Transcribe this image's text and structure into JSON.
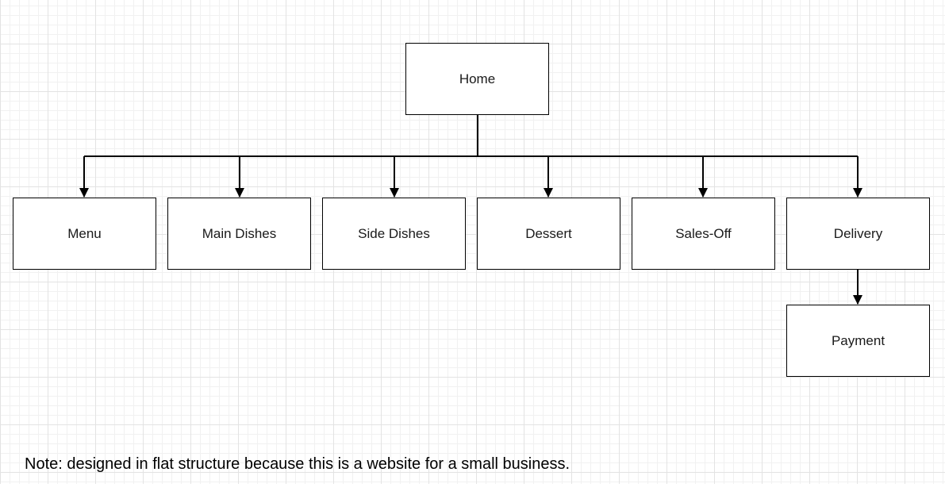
{
  "diagram": {
    "root": {
      "id": "home",
      "label": "Home"
    },
    "children": [
      {
        "id": "menu",
        "label": "Menu"
      },
      {
        "id": "main-dishes",
        "label": "Main Dishes"
      },
      {
        "id": "side-dishes",
        "label": "Side Dishes"
      },
      {
        "id": "dessert",
        "label": "Dessert"
      },
      {
        "id": "sales-off",
        "label": "Sales-Off"
      },
      {
        "id": "delivery",
        "label": "Delivery"
      }
    ],
    "subchild": {
      "id": "payment",
      "label": "Payment",
      "parent": "delivery"
    },
    "edges": [
      [
        "home",
        "menu"
      ],
      [
        "home",
        "main-dishes"
      ],
      [
        "home",
        "side-dishes"
      ],
      [
        "home",
        "dessert"
      ],
      [
        "home",
        "sales-off"
      ],
      [
        "home",
        "delivery"
      ],
      [
        "delivery",
        "payment"
      ]
    ]
  },
  "note": "Note: designed in flat structure because this is a website for a small business."
}
